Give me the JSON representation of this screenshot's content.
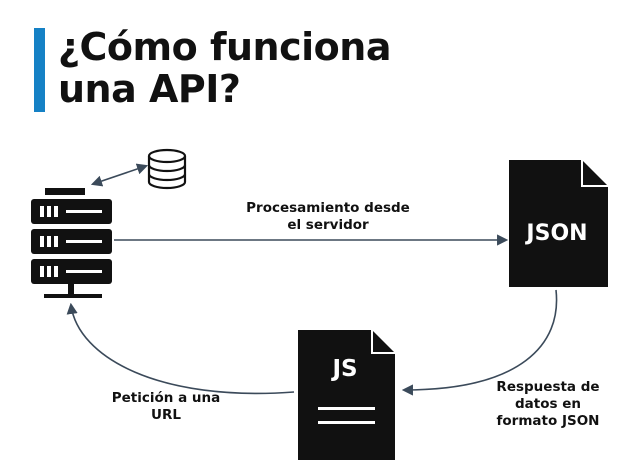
{
  "title": {
    "line1": "¿Cómo funciona",
    "line2": "una API?"
  },
  "labels": {
    "procesamiento_line1": "Procesamiento desde",
    "procesamiento_line2": "el servidor",
    "peticion_line1": "Petición a una",
    "peticion_line2": "URL",
    "respuesta_line1": "Respuesta de",
    "respuesta_line2": "datos en",
    "respuesta_line3": "formato JSON"
  },
  "documents": {
    "json": "JSON",
    "js": "JS"
  },
  "icons": [
    "server-icon",
    "database-icon",
    "json-file-icon",
    "js-file-icon"
  ],
  "colors": {
    "accent": "#1581c5",
    "ink": "#111111",
    "arrow": "#3b4a5a"
  }
}
